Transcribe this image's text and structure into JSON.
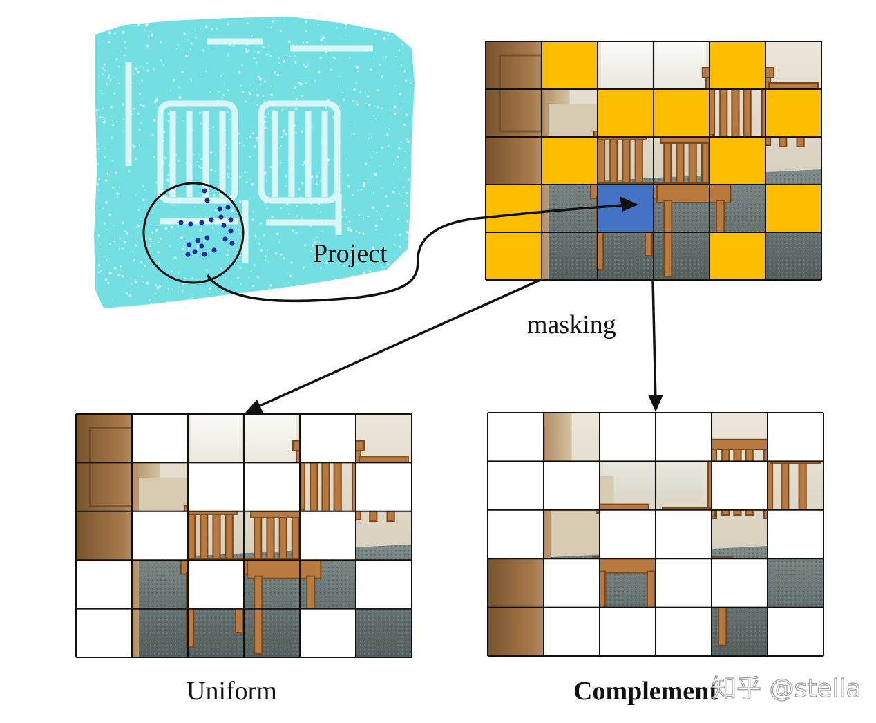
{
  "labels": {
    "project": "Project",
    "masking": "masking",
    "uniform": "Uniform",
    "complement": "Complement"
  },
  "watermark": "知乎 @stella",
  "colors": {
    "mask_yellow": "#FDBE00",
    "mask_blue": "#4472C4",
    "point_cloud": "#3ED3D8",
    "projected_points": "#1A2AA8",
    "grid_line": "#111111"
  },
  "grid": {
    "rows": 5,
    "cols": 6
  },
  "top_grid_cells": [
    [
      "image",
      "mask",
      "image",
      "image",
      "mask",
      "image"
    ],
    [
      "image",
      "image",
      "mask",
      "mask",
      "image",
      "mask"
    ],
    [
      "image",
      "mask",
      "image",
      "image",
      "mask",
      "image"
    ],
    [
      "mask",
      "image",
      "highlight",
      "image",
      "image",
      "mask"
    ],
    [
      "mask",
      "image",
      "image",
      "image",
      "mask",
      "image"
    ]
  ],
  "uniform_grid_cells": [
    [
      "image",
      "blank",
      "image",
      "image",
      "blank",
      "image"
    ],
    [
      "image",
      "image",
      "blank",
      "blank",
      "image",
      "blank"
    ],
    [
      "image",
      "blank",
      "image",
      "image",
      "blank",
      "image"
    ],
    [
      "blank",
      "image",
      "blank",
      "image",
      "image",
      "blank"
    ],
    [
      "blank",
      "image",
      "image",
      "image",
      "blank",
      "image"
    ]
  ],
  "complement_grid_cells": [
    [
      "blank",
      "image",
      "blank",
      "blank",
      "image",
      "blank"
    ],
    [
      "blank",
      "blank",
      "image",
      "image",
      "blank",
      "image"
    ],
    [
      "blank",
      "image",
      "blank",
      "blank",
      "image",
      "blank"
    ],
    [
      "image",
      "blank",
      "image",
      "blank",
      "blank",
      "image"
    ],
    [
      "image",
      "blank",
      "blank",
      "blank",
      "image",
      "blank"
    ]
  ]
}
